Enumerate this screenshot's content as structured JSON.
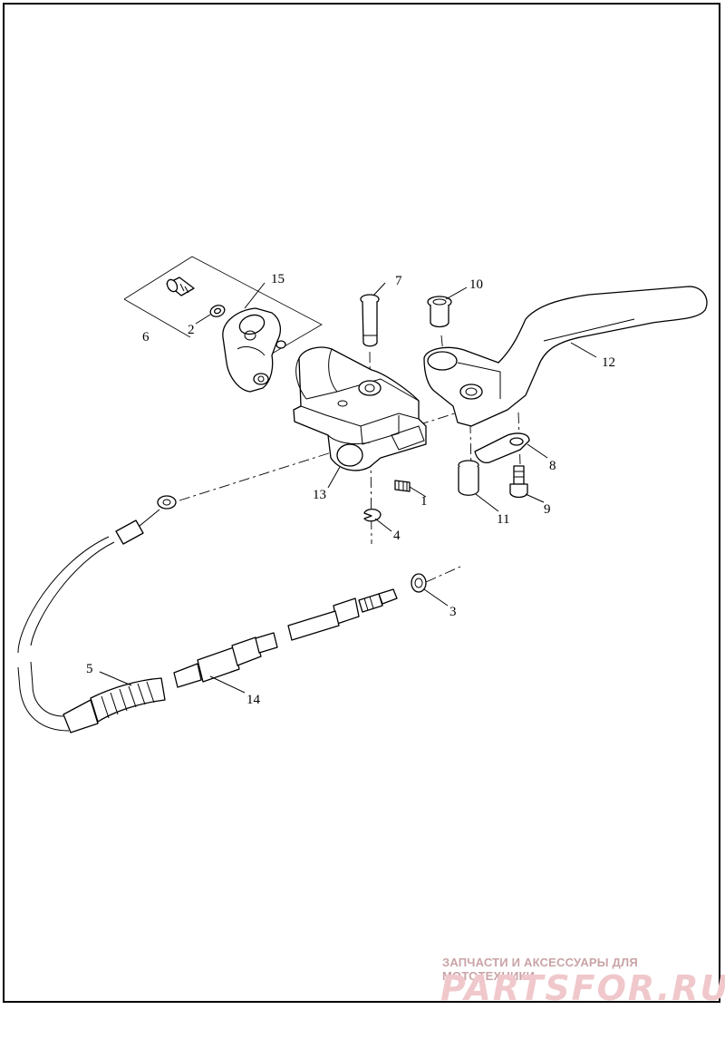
{
  "callouts": [
    {
      "id": "c1",
      "label": "1"
    },
    {
      "id": "c2",
      "label": "2"
    },
    {
      "id": "c3",
      "label": "3"
    },
    {
      "id": "c4",
      "label": "4"
    },
    {
      "id": "c5",
      "label": "5"
    },
    {
      "id": "c6",
      "label": "6"
    },
    {
      "id": "c7",
      "label": "7"
    },
    {
      "id": "c8",
      "label": "8"
    },
    {
      "id": "c9",
      "label": "9"
    },
    {
      "id": "c10",
      "label": "10"
    },
    {
      "id": "c11",
      "label": "11"
    },
    {
      "id": "c12",
      "label": "12"
    },
    {
      "id": "c13",
      "label": "13"
    },
    {
      "id": "c14",
      "label": "14"
    },
    {
      "id": "c15",
      "label": "15"
    }
  ],
  "watermark": {
    "tagline": "ЗАПЧАСТИ И АКСЕССУАРЫ ДЛЯ МОТОТЕХНИКИ",
    "logo": "PARTSFOR.RU",
    "color": "#e8a9ae"
  }
}
